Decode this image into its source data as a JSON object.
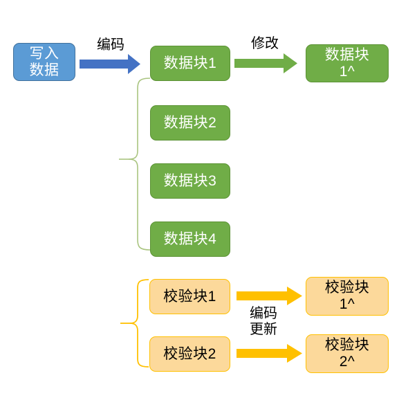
{
  "diagram": {
    "title_text": "",
    "colors": {
      "blue_fill": "#5B9BD5",
      "blue_border": "#41719C",
      "green_fill": "#70AD47",
      "green_border": "#5B9234",
      "amber_fill": "#FCD99B",
      "amber_border": "#FFC000",
      "blue_arrow": "#4472C4",
      "green_arrow": "#70AD47",
      "amber_arrow": "#FFC000",
      "green_brace": "#A9C47F",
      "amber_brace": "#FFC000",
      "text_dark": "#000000",
      "text_light": "#FFFFFF"
    },
    "nodes": {
      "write_data": "写入\n数据",
      "data_block_1": "数据块1",
      "data_block_2": "数据块2",
      "data_block_3": "数据块3",
      "data_block_4": "数据块4",
      "data_block_1_new": "数据块\n1^",
      "parity_block_1": "校验块1",
      "parity_block_2": "校验块2",
      "parity_block_1_new": "校验块\n1^",
      "parity_block_2_new": "校验块\n2^"
    },
    "labels": {
      "encode": "编码",
      "modify": "修改",
      "encode_update": "编码\n更新"
    }
  }
}
